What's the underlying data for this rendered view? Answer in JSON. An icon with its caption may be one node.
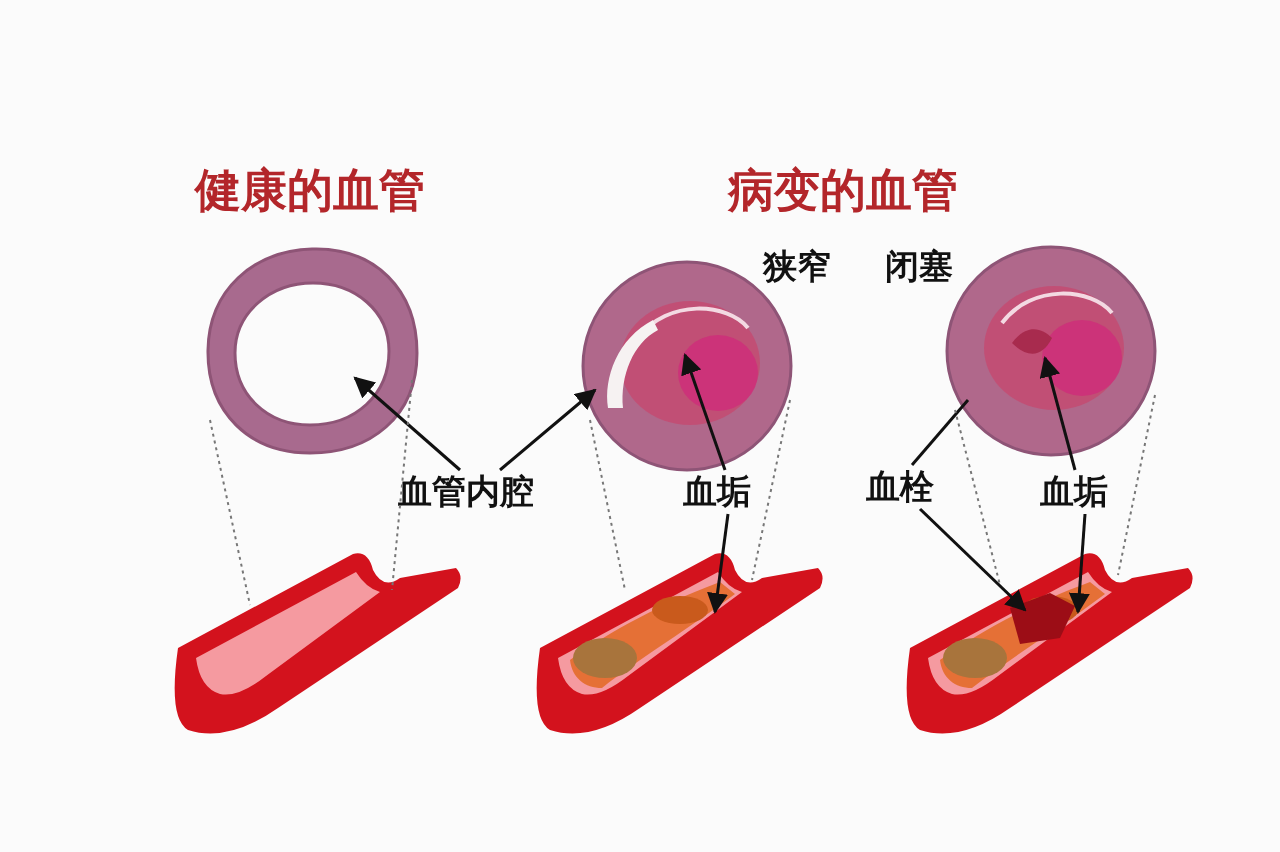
{
  "diagram": {
    "nodes": [
      {
        "text": [],
        "shape": "picture"
      },
      {
        "text": [],
        "shape": "picture",
        "beside": [
          "狭窄"
        ]
      },
      {
        "text": [],
        "shape": "picture",
        "beside": [
          "闭塞"
        ]
      },
      {
        "text": [],
        "shape": "picture"
      },
      {
        "text": [],
        "shape": "picture"
      },
      {
        "text": [],
        "shape": "picture"
      },
      {
        "text": [
          "血管内腔"
        ]
      },
      {
        "text": [
          "血垢"
        ]
      },
      {
        "text": [
          "血栓"
        ]
      },
      {
        "text": [
          "血垢"
        ]
      }
    ],
    "edges": [
      {
        "from": 6,
        "to": 0,
        "arrow": "to"
      },
      {
        "from": 6,
        "to": 1,
        "arrow": "to"
      },
      {
        "from": 7,
        "to": 1,
        "arrow": "to"
      },
      {
        "from": 7,
        "to": 4,
        "arrow": "to"
      },
      {
        "from": 8,
        "to": 2,
        "arrow": "none"
      },
      {
        "from": 8,
        "to": 5,
        "arrow": "to"
      },
      {
        "from": 9,
        "to": 2,
        "arrow": "to"
      },
      {
        "from": 9,
        "to": 5,
        "arrow": "to"
      },
      {
        "from": 0,
        "to": 3,
        "arrow": "none",
        "style": "dashed",
        "color": "#777777"
      },
      {
        "from": 0,
        "to": 3,
        "arrow": "none",
        "style": "dashed",
        "color": "#777777"
      },
      {
        "from": 1,
        "to": 4,
        "arrow": "none",
        "style": "dashed",
        "color": "#777777"
      },
      {
        "from": 1,
        "to": 4,
        "arrow": "none",
        "style": "dashed",
        "color": "#777777"
      },
      {
        "from": 2,
        "to": 5,
        "arrow": "none",
        "style": "dashed",
        "color": "#777777"
      },
      {
        "from": 2,
        "to": 5,
        "arrow": "none",
        "style": "dashed",
        "color": "#777777"
      }
    ],
    "labels": [
      "健康的血管",
      "病变的血管"
    ]
  }
}
